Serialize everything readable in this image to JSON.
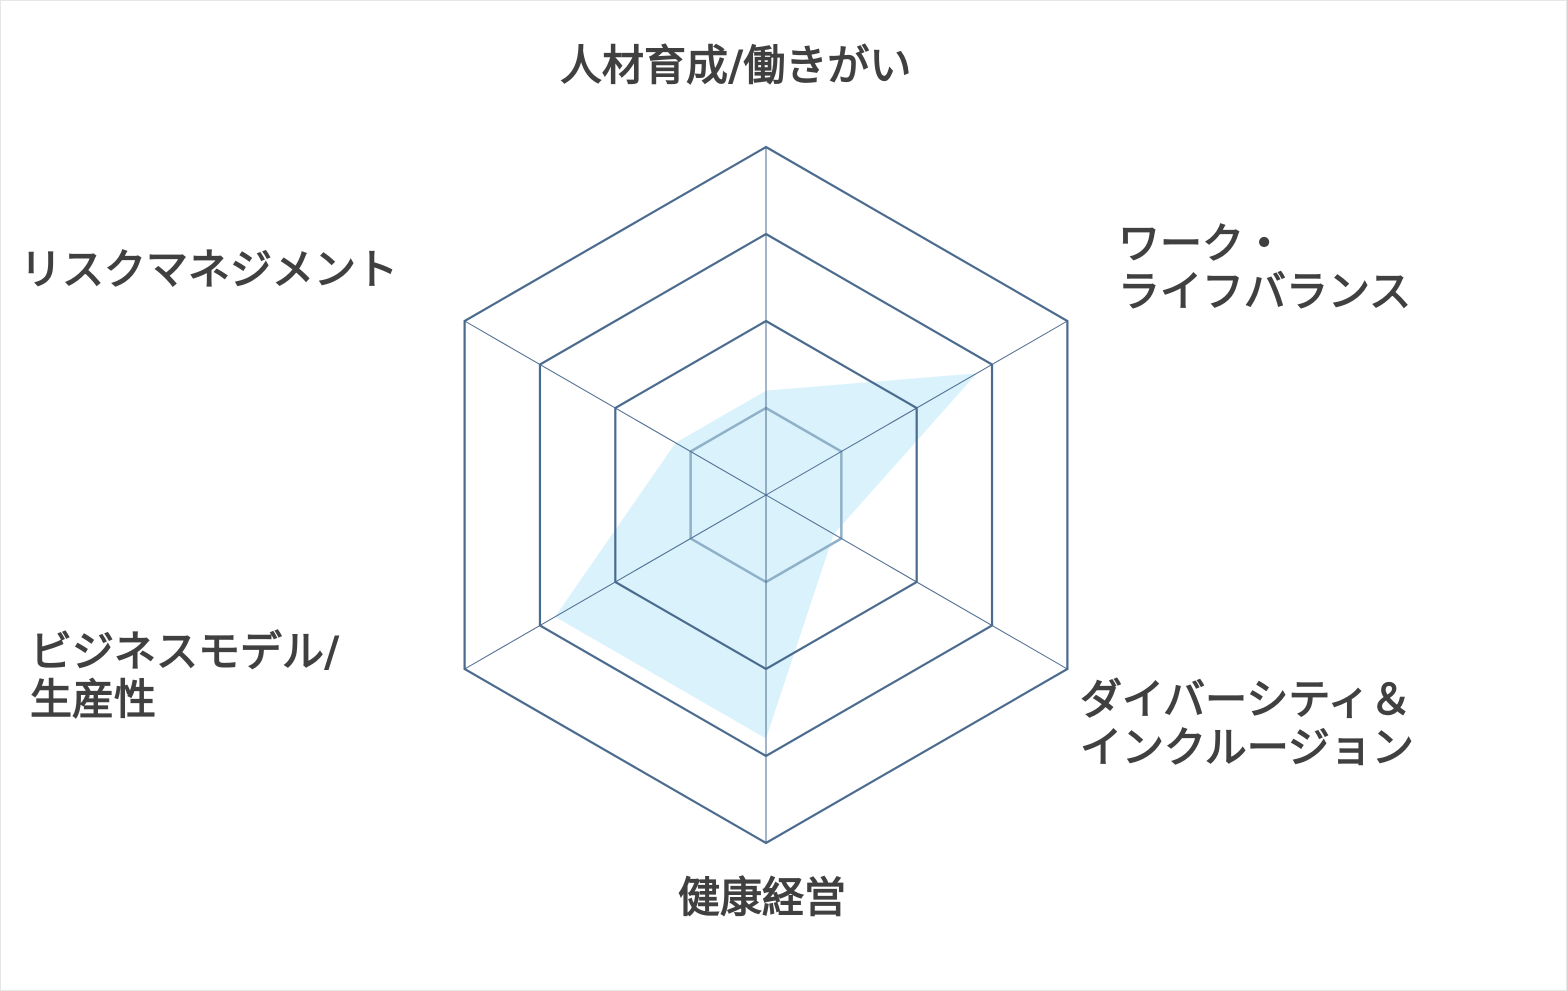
{
  "chart_data": {
    "type": "radar",
    "axes": [
      [
        "人材育成/働きがい"
      ],
      [
        "ワーク・",
        "ライフバランス"
      ],
      [
        "ダイバーシティ＆",
        "インクルージョン"
      ],
      [
        "健康経営"
      ],
      [
        "ビジネスモデル/",
        "生産性"
      ],
      [
        "リスクマネジメント"
      ]
    ],
    "levels": 4,
    "range": [
      0,
      4
    ],
    "series": [
      {
        "values": [
          1.2,
          2.8,
          0.9,
          2.8,
          2.8,
          1.2
        ]
      }
    ],
    "colors": {
      "grid_outer": "#4a6a8e",
      "grid_inner": "#8fb0c8",
      "spoke": "#4a6a8e",
      "fill": "#cdeefb",
      "fill_opacity": 0.75,
      "label": "#404040"
    },
    "legend": "none",
    "grid": true
  }
}
